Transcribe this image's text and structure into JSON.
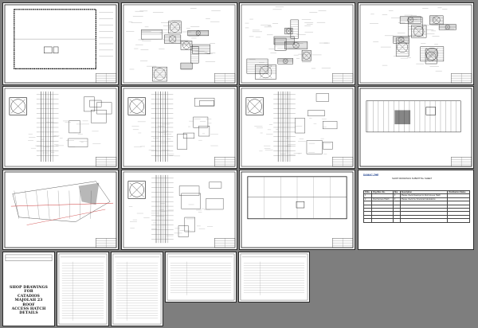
{
  "viewer": {
    "background": "#7e7e7e",
    "sheet_count": 16
  },
  "sheets": [
    {
      "kind": "drawing",
      "variant": "site-plan"
    },
    {
      "kind": "drawing",
      "variant": "details"
    },
    {
      "kind": "drawing",
      "variant": "details"
    },
    {
      "kind": "drawing",
      "variant": "details"
    },
    {
      "kind": "drawing",
      "variant": "section-a"
    },
    {
      "kind": "drawing",
      "variant": "section-a"
    },
    {
      "kind": "drawing",
      "variant": "section-b"
    },
    {
      "kind": "drawing",
      "variant": "plan-strip"
    },
    {
      "kind": "drawing",
      "variant": "survey"
    },
    {
      "kind": "drawing",
      "variant": "section-a"
    },
    {
      "kind": "drawing",
      "variant": "roof-plan"
    },
    {
      "kind": "document",
      "variant": "transmittal"
    },
    {
      "kind": "cover",
      "variant": "cover"
    },
    {
      "kind": "form",
      "variant": "form"
    },
    {
      "kind": "form",
      "variant": "form"
    },
    {
      "kind": "form",
      "variant": "form"
    }
  ],
  "cover": {
    "title_line1": "SHOP DRAWINGS FOR",
    "title_line2": "CATADIOS MAJOLAH 23 ROOF",
    "title_line3": "ACCESS HATCH DETAILS"
  },
  "transmittal": {
    "company": "DAMAC-ZHE",
    "heading": "SHOP DRAWINGS SUBMITTAL SHEET",
    "columns": [
      "S.No.",
      "Drg./Doc. No.",
      "Rev.",
      "Description",
      "Distribution Status"
    ],
    "rows": [
      [
        "1",
        "",
        "0",
        "Please check Drawings for Roof Access Hatch",
        ""
      ],
      [
        "2",
        "Roof Access Hatch",
        "0",
        "Please check the Structural Calculations",
        ""
      ]
    ]
  }
}
